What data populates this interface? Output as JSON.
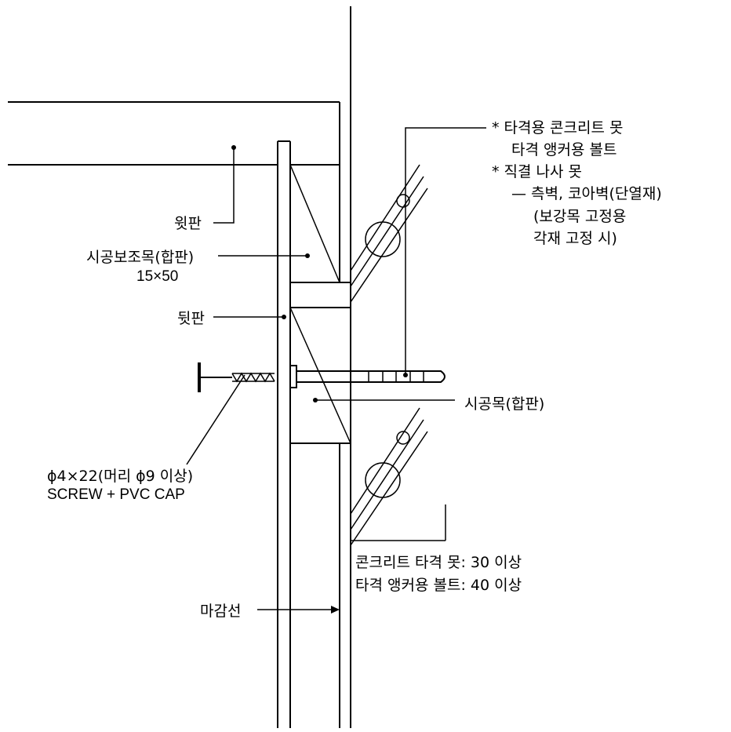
{
  "labels": {
    "top_board": "윗판",
    "aux_wood": "시공보조목(합판)",
    "aux_wood_size": "15×50",
    "back_board": "뒷판",
    "screw_spec": "ϕ4×22(머리 ϕ9 이상)",
    "screw_name": "SCREW + PVC CAP",
    "install_wood": "시공목(합판)",
    "finish_line": "마감선",
    "note_line1": "*  타격용 콘크리트 못",
    "note_line2": "타격 앵커용 볼트",
    "note_line3": "*  직결 나사 못",
    "note_line4": "— 측벽, 코아벽(단열재)",
    "note_line5": "(보강목 고정용",
    "note_line6": "각재 고정 시)",
    "depth_line1": "콘크리트 타격 못: 30 이상",
    "depth_line2": "타격 앵커용 볼트: 40 이상"
  }
}
